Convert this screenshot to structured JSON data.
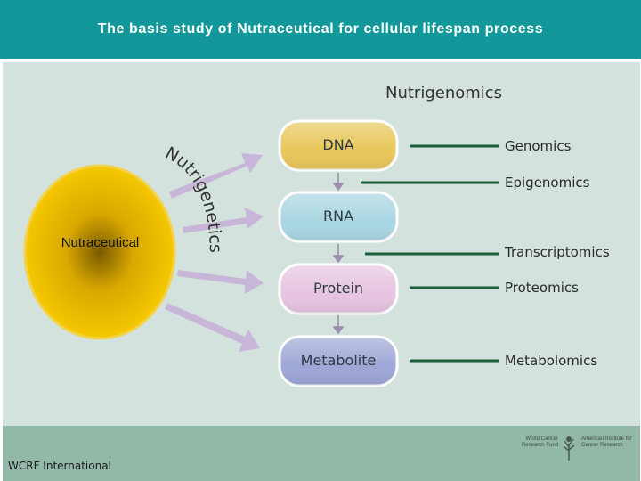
{
  "header": {
    "title": "The basis study of Nutraceutical for cellular lifespan process"
  },
  "diagram": {
    "source": "Nutraceutical",
    "nutrigenetics_label": "Nutrigenetics",
    "nutrigenomics_label": "Nutrigenomics",
    "stages": [
      {
        "label": "DNA",
        "color": "#e8c65a"
      },
      {
        "label": "RNA",
        "color": "#a8d6e2"
      },
      {
        "label": "Protein",
        "color": "#e6c4e0"
      },
      {
        "label": "Metabolite",
        "color": "#9ea6d6"
      }
    ],
    "omics": [
      "Genomics",
      "Epigenomics",
      "Transcriptomics",
      "Proteomics",
      "Metabolomics"
    ],
    "colors": {
      "line": "#1b5e3b",
      "arrow": "#c7b3d8",
      "circle": "#f2c200"
    }
  },
  "footer": {
    "left_text": "WCRF International",
    "logo1_text": "World Cancer Research Fund",
    "logo2_text": "American Institute for Cancer Research"
  }
}
